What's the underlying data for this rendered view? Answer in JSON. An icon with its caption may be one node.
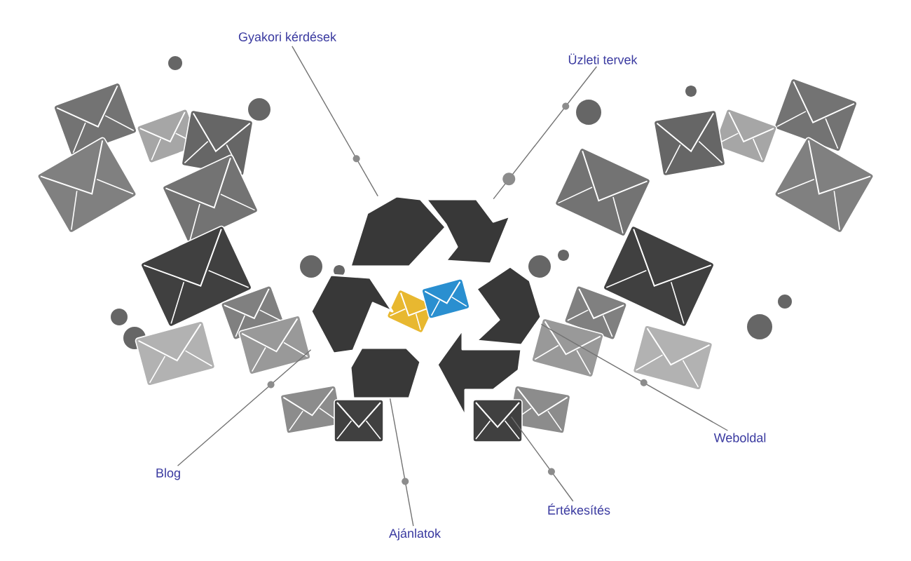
{
  "diagram": {
    "nodes": [
      {
        "text": [
          "Gyakori kérdések"
        ]
      },
      {
        "text": [
          "Üzleti tervek"
        ]
      },
      {
        "text": [
          "Weboldal"
        ]
      },
      {
        "text": [
          "Értékesítés"
        ]
      },
      {
        "text": [
          "Ajánlatok"
        ]
      },
      {
        "text": [
          "Blog"
        ]
      },
      {
        "text": [],
        "shape": "arrow"
      },
      {
        "text": [],
        "shape": "arrow"
      },
      {
        "text": [],
        "shape": "arrow"
      },
      {
        "text": [],
        "shape": "arrow"
      },
      {
        "text": [],
        "shape": "arrow"
      },
      {
        "text": [],
        "shape": "arrow"
      }
    ],
    "edges": [
      {
        "from": 0,
        "to": 6,
        "arrow": "none"
      },
      {
        "from": 1,
        "to": 7,
        "arrow": "none"
      },
      {
        "from": 2,
        "to": 8,
        "arrow": "none"
      },
      {
        "from": 3,
        "to": 9,
        "arrow": "none"
      },
      {
        "from": 4,
        "to": 10,
        "arrow": "none"
      },
      {
        "from": 5,
        "to": 11,
        "arrow": "none"
      }
    ]
  }
}
